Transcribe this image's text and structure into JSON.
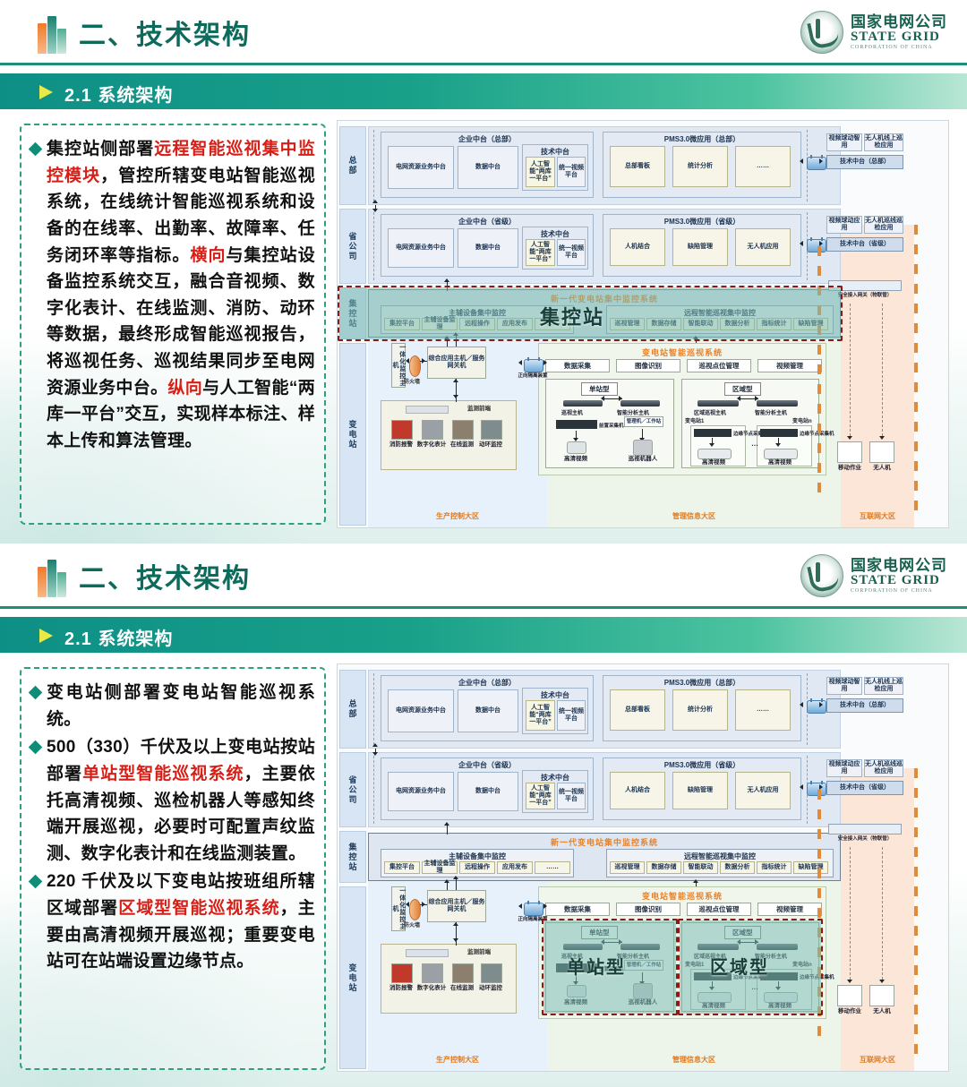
{
  "slides": [
    {
      "header_title": "二、技术架构",
      "section_label": "2.1 系统架构",
      "bullets": [
        [
          {
            "t": "集控站侧部署",
            "c": "k"
          },
          {
            "t": "远程智能巡视集中监控模块",
            "c": "r"
          },
          {
            "t": "，管控所辖变电站智能巡视系统，在线统计智能巡视系统和设备的在线率、出勤率、故障率、任务闭环率等指标。",
            "c": "k"
          },
          {
            "t": "横向",
            "c": "r"
          },
          {
            "t": "与集控站设备监控系统交互，融合音视频、数字化表计、在线监测、消防、动环等数据，最终形成智能巡视报告，将巡视任务、巡视结果同步至电网资源业务中台。",
            "c": "k"
          },
          {
            "t": "纵向",
            "c": "r"
          },
          {
            "t": "与人工智能“两库一平台”交互，实现样本标注、样本上传和算法管理。",
            "c": "k"
          }
        ]
      ],
      "highlight": "集控站-row"
    },
    {
      "header_title": "二、技术架构",
      "section_label": "2.1 系统架构",
      "bullets": [
        [
          {
            "t": "变电站侧部署变电站智能巡视系统。",
            "c": "k"
          }
        ],
        [
          {
            "t": "500（330）千伏及以上变电站按站部署",
            "c": "k"
          },
          {
            "t": "单站型智能巡视系统",
            "c": "r"
          },
          {
            "t": "，主要依托高清视频、巡检机器人等感知终端开展巡视，必要时可配置声纹监测、数字化表计和在线监测装置。",
            "c": "k"
          }
        ],
        [
          {
            "t": "220 千伏及以下变电站按班组所辖区域部署",
            "c": "k"
          },
          {
            "t": "区域型智能巡视系统",
            "c": "r"
          },
          {
            "t": "，主要由高清视频开展巡视；重要变电站可在站端设置边缘节点。",
            "c": "k"
          }
        ]
      ],
      "highlight": "单站型-区域型"
    }
  ],
  "logo": {
    "cn": "国家电网公司",
    "en": "STATE GRID",
    "sub": "CORPORATION OF CHINA"
  },
  "diagram": {
    "row_labels": [
      "总部",
      "省公司",
      "集控站",
      "变电站"
    ],
    "hq": {
      "enterprise_title": "企业中台（总部）",
      "enterprise_cells": [
        "电网资源业务中台",
        "数据中台"
      ],
      "tech_title": "技术中台",
      "tech_cells": [
        "人工智能“两库一平台”",
        "统一视频平台"
      ],
      "pms_title": "PMS3.0微应用（总部）",
      "pms_cells": [
        "总部看板",
        "统计分析",
        "……"
      ],
      "right_cells": [
        "视频球动智用",
        "无人机线上巡检应用"
      ],
      "right_tech": "技术中台（总部）"
    },
    "prov": {
      "enterprise_title": "企业中台（省级）",
      "enterprise_cells": [
        "电网资源业务中台",
        "数据中台"
      ],
      "tech_title": "技术中台",
      "tech_cells": [
        "人工智能“两库一平台”",
        "统一视频平台"
      ],
      "pms_title": "PMS3.0微应用（省级）",
      "pms_cells": [
        "人机结合",
        "缺陷管理",
        "无人机应用"
      ],
      "right_cells": [
        "视频球动应用",
        "无人机巡线巡检应用"
      ],
      "right_tech": "技术中台（省级）"
    },
    "ctrl": {
      "title": "新一代变电站集中监控系统",
      "left_group": "主辅设备集中监控",
      "left_cells": [
        "集控平台",
        "主辅设备监理",
        "远程操作",
        "应用发布",
        "……"
      ],
      "right_group": "远程智能巡视集中监控",
      "right_cells": [
        "巡视管理",
        "数据存储",
        "智能联动",
        "数据分析",
        "指标统计",
        "缺陷管理"
      ]
    },
    "station": {
      "host_main": "一体化监控主机",
      "host_app": "综合应用主机／服务网关机",
      "firewall": "防火墙",
      "sensors_title": "监测前端",
      "sensors": [
        "消防报警",
        "数字化表计",
        "在线监测",
        "动环监控"
      ],
      "inspect_title": "变电站智能巡视系统",
      "inspect_top": [
        "数据采集",
        "图像识别",
        "巡视点位管理",
        "视频管理"
      ],
      "single": {
        "tag": "单站型",
        "hosts": [
          "巡视主机",
          "智能分析主机"
        ],
        "nodes": [
          "前置采集机",
          "管理机／工作站"
        ],
        "devices": [
          "高清视频",
          "巡视机器人"
        ]
      },
      "area": {
        "tag": "区域型",
        "hosts": [
          "区域巡视主机",
          "智能分析主机"
        ],
        "sites": [
          "变电站1",
          "变电站n"
        ],
        "nodes": [
          "边缘节点采集机",
          "边缘节点采集机"
        ],
        "devices": [
          "高清视频",
          "高清视频"
        ]
      }
    },
    "internet": {
      "devices": [
        "移动作业",
        "无人机"
      ],
      "tunnel": "安全接入网关（物联管）"
    },
    "zones": [
      "生产控制大区",
      "管理信息大区",
      "互联网大区"
    ],
    "isolation_label": "正向隔离装置"
  }
}
